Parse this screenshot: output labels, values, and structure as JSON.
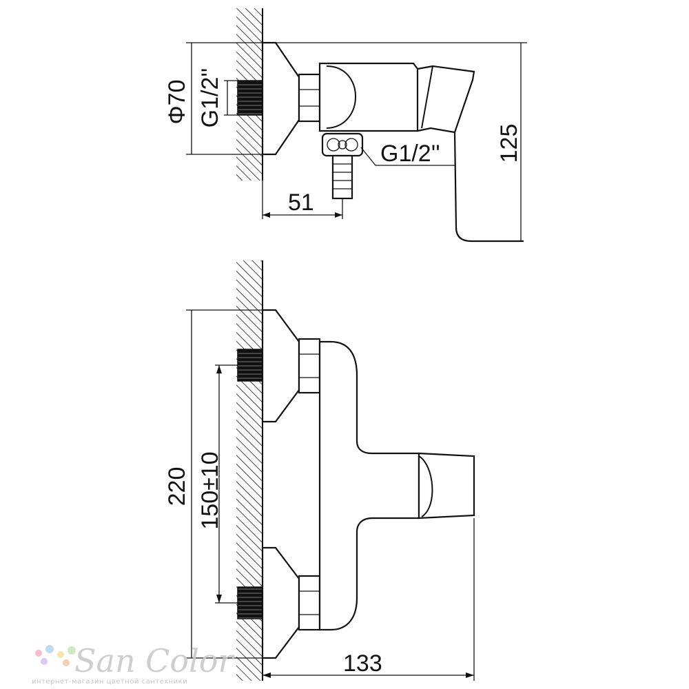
{
  "side_view": {
    "dim_diameter": "Φ70",
    "dim_thread_left": "G1/2''",
    "dim_thread_outlet": "G1/2''",
    "dim_depth": "51",
    "dim_height": "125"
  },
  "front_view": {
    "dim_height": "220",
    "dim_spacing": "150±10",
    "dim_width": "133"
  },
  "watermark": {
    "brand": "San Color",
    "tagline": "интернет-магазин цветной сантехники",
    "dot_colors": [
      "#f4b6c8",
      "#b9d7f2",
      "#f7e3a1",
      "#c9e8b8",
      "#d8c2ef",
      "#f9c9a6"
    ]
  }
}
